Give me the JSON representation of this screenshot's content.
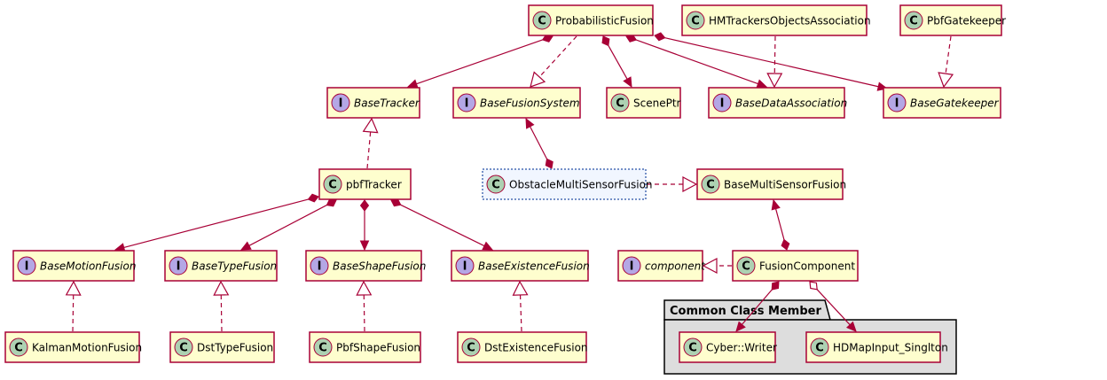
{
  "diagram": {
    "package": {
      "label": "Common Class Member"
    },
    "nodes": [
      {
        "id": "probabilisticFusion",
        "kind": "C",
        "name": "ProbabilisticFusion",
        "italic": false
      },
      {
        "id": "hmTrackers",
        "kind": "C",
        "name": "HMTrackersObjectsAssociation",
        "italic": false
      },
      {
        "id": "pbfGatekeeper",
        "kind": "C",
        "name": "PbfGatekeeper",
        "italic": false
      },
      {
        "id": "baseTracker",
        "kind": "I",
        "name": "BaseTracker",
        "italic": true
      },
      {
        "id": "baseFusionSystem",
        "kind": "I",
        "name": "BaseFusionSystem",
        "italic": true
      },
      {
        "id": "scenePtr",
        "kind": "C",
        "name": "ScenePtr",
        "italic": false
      },
      {
        "id": "baseDataAssociation",
        "kind": "I",
        "name": "BaseDataAssociation",
        "italic": true
      },
      {
        "id": "baseGatekeeper",
        "kind": "I",
        "name": "BaseGatekeeper",
        "italic": true
      },
      {
        "id": "pbfTracker",
        "kind": "C",
        "name": "pbfTracker",
        "italic": false
      },
      {
        "id": "obstacleMSF",
        "kind": "C",
        "name": "ObstacleMultiSensorFusion",
        "italic": false,
        "highlight": true
      },
      {
        "id": "baseMSF",
        "kind": "C",
        "name": "BaseMultiSensorFusion",
        "italic": false
      },
      {
        "id": "baseMotionFusion",
        "kind": "I",
        "name": "BaseMotionFusion",
        "italic": true
      },
      {
        "id": "baseTypeFusion",
        "kind": "I",
        "name": "BaseTypeFusion",
        "italic": true
      },
      {
        "id": "baseShapeFusion",
        "kind": "I",
        "name": "BaseShapeFusion",
        "italic": true
      },
      {
        "id": "baseExistenceFusion",
        "kind": "I",
        "name": "BaseExistenceFusion",
        "italic": true
      },
      {
        "id": "component",
        "kind": "I",
        "name": "component",
        "italic": true
      },
      {
        "id": "fusionComponent",
        "kind": "C",
        "name": "FusionComponent",
        "italic": false
      },
      {
        "id": "kalmanMotionFusion",
        "kind": "C",
        "name": "KalmanMotionFusion",
        "italic": false
      },
      {
        "id": "dstTypeFusion",
        "kind": "C",
        "name": "DstTypeFusion",
        "italic": false
      },
      {
        "id": "pbfShapeFusion",
        "kind": "C",
        "name": "PbfShapeFusion",
        "italic": false
      },
      {
        "id": "dstExistenceFusion",
        "kind": "C",
        "name": "DstExistenceFusion",
        "italic": false
      },
      {
        "id": "cyberWriter",
        "kind": "C",
        "name": "Cyber::Writer",
        "italic": false
      },
      {
        "id": "hdMapInput",
        "kind": "C",
        "name": "HDMapInput_Singlton",
        "italic": false
      }
    ],
    "edges": [
      {
        "id": "pf-basetracker",
        "from": "probabilisticFusion",
        "to": "baseTracker",
        "type": "composition"
      },
      {
        "id": "pf-basefusionsystem",
        "from": "probabilisticFusion",
        "to": "baseFusionSystem",
        "type": "realization"
      },
      {
        "id": "pf-sceneptr",
        "from": "probabilisticFusion",
        "to": "scenePtr",
        "type": "composition"
      },
      {
        "id": "pf-basedataassociation",
        "from": "probabilisticFusion",
        "to": "baseDataAssociation",
        "type": "composition"
      },
      {
        "id": "pf-basegatekeeper",
        "from": "probabilisticFusion",
        "to": "baseGatekeeper",
        "type": "composition"
      },
      {
        "id": "hm-basedataassociation",
        "from": "hmTrackers",
        "to": "baseDataAssociation",
        "type": "realization"
      },
      {
        "id": "pg-basegatekeeper",
        "from": "pbfGatekeeper",
        "to": "baseGatekeeper",
        "type": "realization"
      },
      {
        "id": "pbftracker-basetracker",
        "from": "pbfTracker",
        "to": "baseTracker",
        "type": "realization"
      },
      {
        "id": "omsf-basefusionsystem",
        "from": "obstacleMSF",
        "to": "baseFusionSystem",
        "type": "composition"
      },
      {
        "id": "omsf-basemsf",
        "from": "obstacleMSF",
        "to": "baseMSF",
        "type": "realization"
      },
      {
        "id": "pbftracker-motion",
        "from": "pbfTracker",
        "to": "baseMotionFusion",
        "type": "composition"
      },
      {
        "id": "pbftracker-type",
        "from": "pbfTracker",
        "to": "baseTypeFusion",
        "type": "composition"
      },
      {
        "id": "pbftracker-shape",
        "from": "pbfTracker",
        "to": "baseShapeFusion",
        "type": "composition"
      },
      {
        "id": "pbftracker-existence",
        "from": "pbfTracker",
        "to": "baseExistenceFusion",
        "type": "composition"
      },
      {
        "id": "kalman-motion",
        "from": "kalmanMotionFusion",
        "to": "baseMotionFusion",
        "type": "realization"
      },
      {
        "id": "dsttype-type",
        "from": "dstTypeFusion",
        "to": "baseTypeFusion",
        "type": "realization"
      },
      {
        "id": "pbfshape-shape",
        "from": "pbfShapeFusion",
        "to": "baseShapeFusion",
        "type": "realization"
      },
      {
        "id": "dstexist-existence",
        "from": "dstExistenceFusion",
        "to": "baseExistenceFusion",
        "type": "realization"
      },
      {
        "id": "fc-basemsf",
        "from": "fusionComponent",
        "to": "baseMSF",
        "type": "composition"
      },
      {
        "id": "fc-component",
        "from": "fusionComponent",
        "to": "component",
        "type": "realization"
      },
      {
        "id": "fc-cyberwriter",
        "from": "fusionComponent",
        "to": "cyberWriter",
        "type": "composition"
      },
      {
        "id": "fc-hdmapinput",
        "from": "fusionComponent",
        "to": "hdMapInput",
        "type": "aggregation"
      }
    ]
  }
}
